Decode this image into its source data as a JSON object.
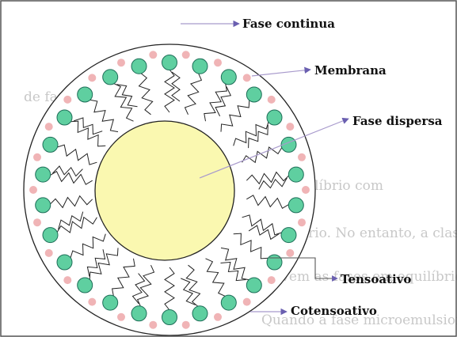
{
  "labels": {
    "fase_continua": "Fase continua",
    "membrana": "Membrana",
    "fase_dispersa": "Fase dispersa",
    "tensoativo": "Tensoativo",
    "cotensoativo": "Cotensoativo"
  },
  "background_text": [
    "de fases",
    "podem existir em equilíbrio com",
    "equilíbrio. No entanto, a classifi",
    "volvem as fases em equilíbrio, as",
    "Quando a fase microemulsionada est"
  ],
  "colors": {
    "core_fill": "#faf8b0",
    "core_stroke": "#222222",
    "head_fill": "#5fcfa0",
    "cosurfactant_fill": "#f0b4b6",
    "arrow_color": "#a89acc",
    "frame_color": "#555555",
    "background_text_color": "#c8c8c8"
  },
  "icons": {
    "surfactant_head": "teal-circle",
    "cosurfactant": "pink-dot"
  }
}
